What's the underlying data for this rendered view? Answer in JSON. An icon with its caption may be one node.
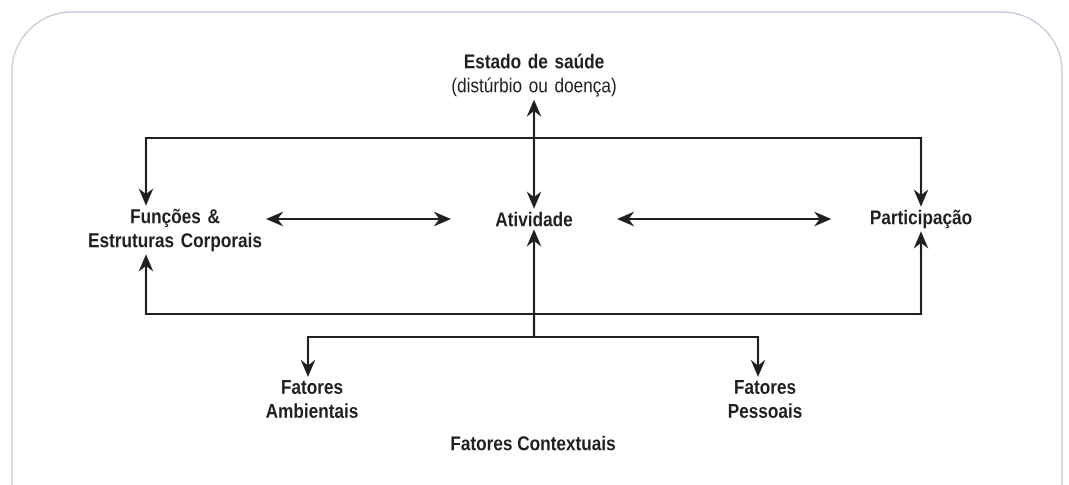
{
  "diagram": {
    "nodes": [
      {
        "text": [
          "Estado de saúde",
          "(distúrbio ou doença)"
        ]
      },
      {
        "text": [
          "Funções & Estruturas Corporais"
        ]
      },
      {
        "text": [
          "Atividade"
        ]
      },
      {
        "text": [
          "Participação"
        ]
      },
      {
        "text": [
          "Fatores Ambientais"
        ]
      },
      {
        "text": [
          "Fatores Pessoais"
        ]
      }
    ],
    "edges": [
      {
        "from": 0,
        "to": 2,
        "arrow": "both"
      },
      {
        "from": 0,
        "to": 1,
        "arrow": "both"
      },
      {
        "from": 0,
        "to": 3,
        "arrow": "both"
      },
      {
        "from": 1,
        "to": 2,
        "arrow": "both"
      },
      {
        "from": 2,
        "to": 3,
        "arrow": "both"
      },
      {
        "from": 4,
        "to": 1,
        "arrow": "both"
      },
      {
        "from": 4,
        "to": 2,
        "arrow": "both"
      },
      {
        "from": 4,
        "to": 3,
        "arrow": "both"
      },
      {
        "from": 5,
        "to": 1,
        "arrow": "both"
      },
      {
        "from": 5,
        "to": 2,
        "arrow": "both"
      },
      {
        "from": 5,
        "to": 3,
        "arrow": "both"
      }
    ],
    "labels": [
      "Fatores Contextuais"
    ]
  }
}
